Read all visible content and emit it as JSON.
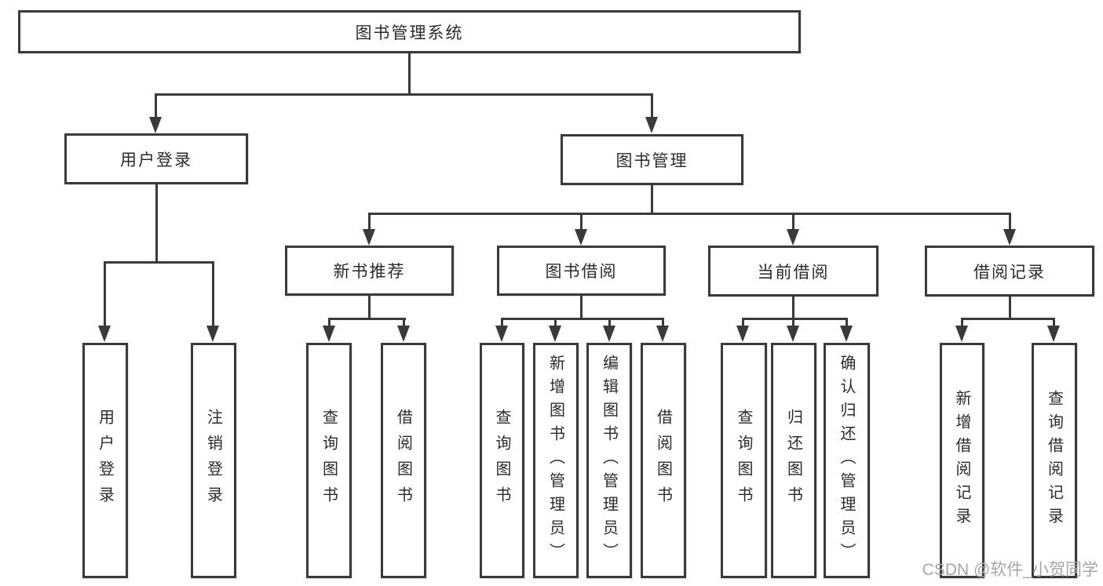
{
  "colors": {
    "line": "#3a3a3a",
    "text": "#2b2b2b",
    "watermark": "#a6a6a6",
    "background": "#ffffff"
  },
  "watermark": "CSDN @软件_小贺同学",
  "tree": {
    "root": {
      "label": "图书管理系统",
      "children": [
        {
          "label": "用户登录",
          "children": [
            {
              "label": "用户登录"
            },
            {
              "label": "注销登录"
            }
          ]
        },
        {
          "label": "图书管理",
          "children": [
            {
              "label": "新书推荐",
              "children": [
                {
                  "label": "查询图书"
                },
                {
                  "label": "借阅图书"
                }
              ]
            },
            {
              "label": "图书借阅",
              "children": [
                {
                  "label": "查询图书"
                },
                {
                  "label": "新增图书（管理员）"
                },
                {
                  "label": "编辑图书（管理员）"
                },
                {
                  "label": "借阅图书"
                }
              ]
            },
            {
              "label": "当前借阅",
              "children": [
                {
                  "label": "查询图书"
                },
                {
                  "label": "归还图书"
                },
                {
                  "label": "确认归还（管理员）"
                }
              ]
            },
            {
              "label": "借阅记录",
              "children": [
                {
                  "label": "新增借阅记录"
                },
                {
                  "label": "查询借阅记录"
                }
              ]
            }
          ]
        }
      ]
    }
  }
}
